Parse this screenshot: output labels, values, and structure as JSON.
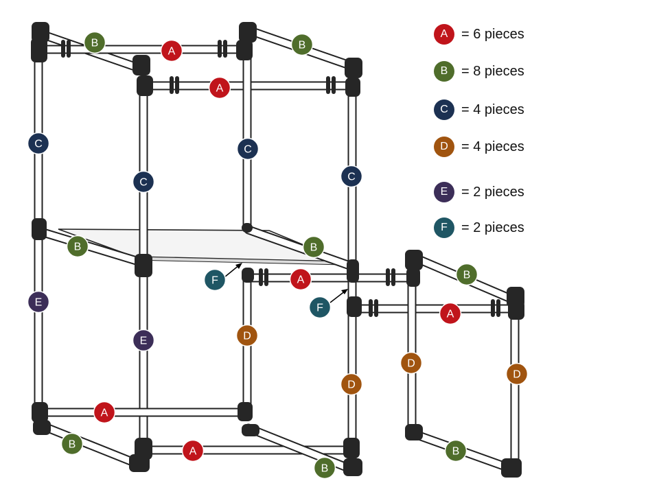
{
  "colors": {
    "A": "#c0141b",
    "B": "#4f6d2b",
    "C": "#1c3152",
    "D": "#a0540f",
    "E": "#3c2e58",
    "F": "#1f5664",
    "pipe_fill": "#ffffff",
    "pipe_stroke": "#222222",
    "connector": "#262626"
  },
  "legend": [
    {
      "letter": "A",
      "text": "= 6 pieces"
    },
    {
      "letter": "B",
      "text": "= 8 pieces"
    },
    {
      "letter": "C",
      "text": "= 4 pieces"
    },
    {
      "letter": "D",
      "text": "= 4 pieces"
    },
    {
      "letter": "E",
      "text": "= 2 pieces"
    },
    {
      "letter": "F",
      "text": "= 2 pieces"
    }
  ],
  "badges": [
    {
      "letter": "B",
      "target": "pipe-top-left-depth"
    },
    {
      "letter": "A",
      "target": "pipe-top-back"
    },
    {
      "letter": "B",
      "target": "pipe-top-right-depth"
    },
    {
      "letter": "A",
      "target": "pipe-top-front"
    },
    {
      "letter": "C",
      "target": "pipe-upper-back-left"
    },
    {
      "letter": "C",
      "target": "pipe-upper-front-left"
    },
    {
      "letter": "C",
      "target": "pipe-upper-back-right"
    },
    {
      "letter": "C",
      "target": "pipe-upper-front-right"
    },
    {
      "letter": "B",
      "target": "pipe-mid-left-depth"
    },
    {
      "letter": "B",
      "target": "pipe-mid-right-depth"
    },
    {
      "letter": "F",
      "target": "tee-connector"
    },
    {
      "letter": "A",
      "target": "pipe-mid-back"
    },
    {
      "letter": "F",
      "target": "tee-connector"
    },
    {
      "letter": "E",
      "target": "pipe-lower-back-left"
    },
    {
      "letter": "E",
      "target": "pipe-lower-front-left"
    },
    {
      "letter": "D",
      "target": "pipe-lower-back-right"
    },
    {
      "letter": "D",
      "target": "pipe-lower-front-right"
    },
    {
      "letter": "B",
      "target": "pipe-small-top-depth"
    },
    {
      "letter": "A",
      "target": "pipe-small-top-front"
    },
    {
      "letter": "D",
      "target": "pipe-small-left"
    },
    {
      "letter": "D",
      "target": "pipe-small-right"
    },
    {
      "letter": "A",
      "target": "pipe-bottom-back"
    },
    {
      "letter": "B",
      "target": "pipe-bottom-left-depth"
    },
    {
      "letter": "A",
      "target": "pipe-bottom-front"
    },
    {
      "letter": "B",
      "target": "pipe-bottom-right-depth"
    },
    {
      "letter": "B",
      "target": "pipe-small-bottom-depth"
    }
  ]
}
